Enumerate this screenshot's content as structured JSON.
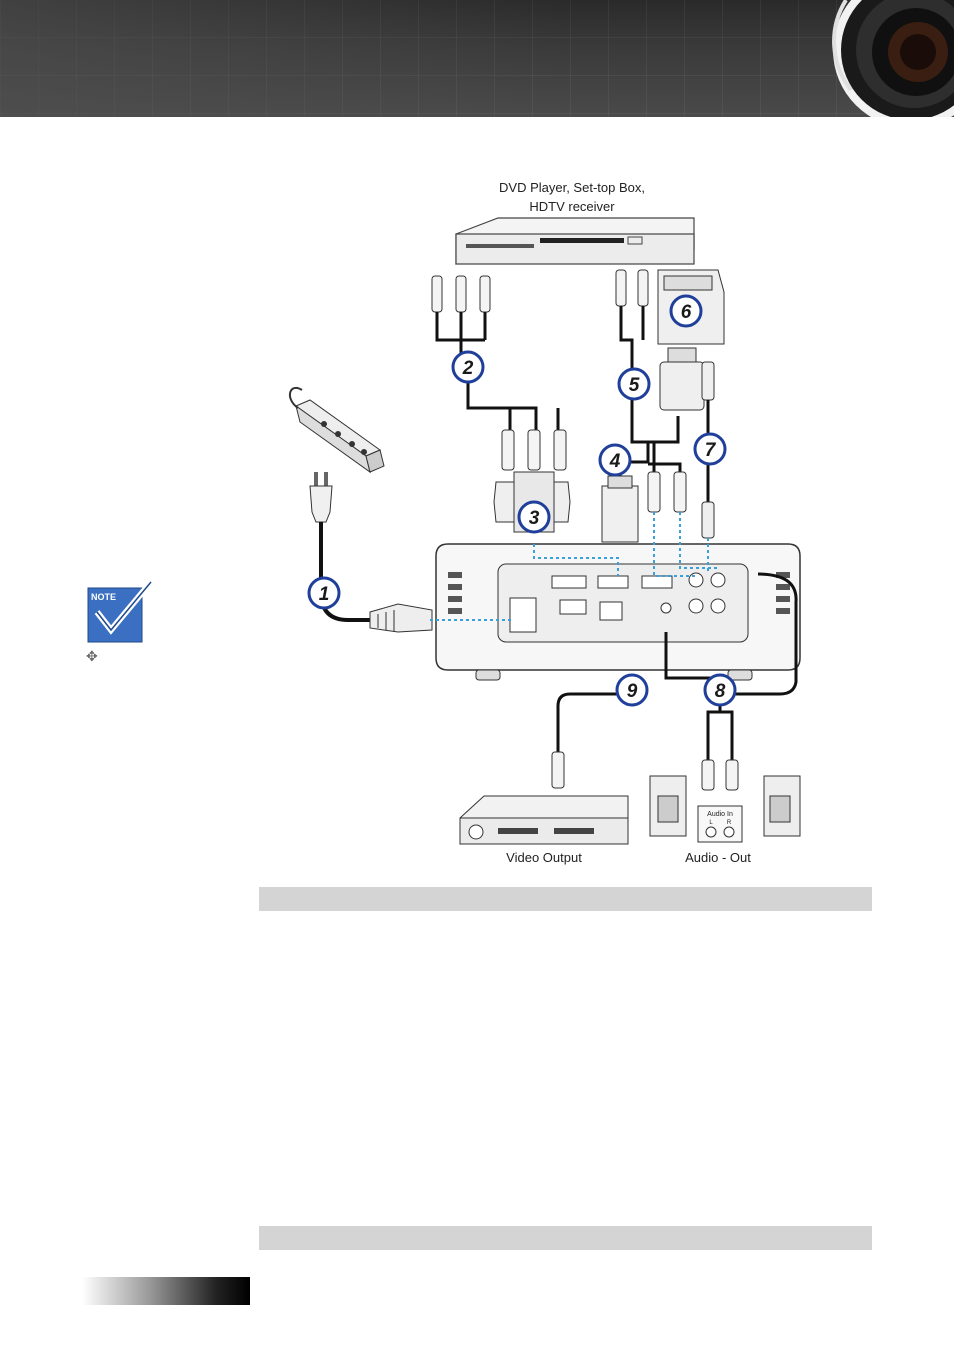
{
  "diagram": {
    "source_label_line1": "DVD Player, Set-top Box,",
    "source_label_line2": "HDTV receiver",
    "video_output_label": "Video Output",
    "audio_out_label": "Audio - Out",
    "audio_in_label": "Audio In",
    "audio_l": "L",
    "audio_r": "R",
    "callouts": [
      "1",
      "2",
      "3",
      "4",
      "5",
      "6",
      "7",
      "8",
      "9"
    ]
  },
  "note_icon": {
    "text": "NOTE"
  },
  "colors": {
    "header": "#333333",
    "bar": "#d4d4d4",
    "callout_ring": "#1f3f9a",
    "note_blue": "#3a6fc2",
    "dotted_line": "#3aa0d8"
  }
}
